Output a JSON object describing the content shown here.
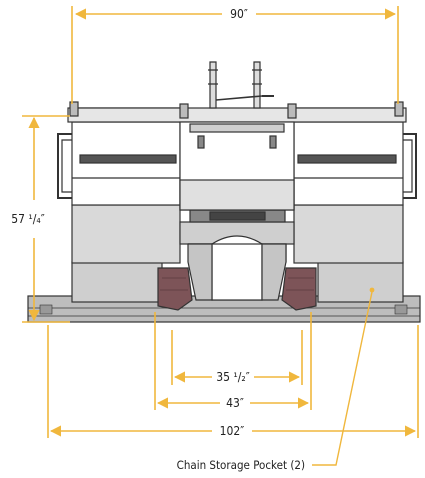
{
  "dimensions": {
    "top_width": "90″",
    "height": "57 ¹/₄″",
    "inner_width": "35 ¹/₂″",
    "pocket_spacing": "43″",
    "overall_width": "102″"
  },
  "callout": {
    "label": "Chain Storage Pocket (2)"
  },
  "colors": {
    "dimension_line": "#f0b73d",
    "frame_stroke": "#333333",
    "panel_fill": "#d9d9d9",
    "pocket_fill": "#7d5458",
    "base_fill": "#bdbdbd"
  }
}
